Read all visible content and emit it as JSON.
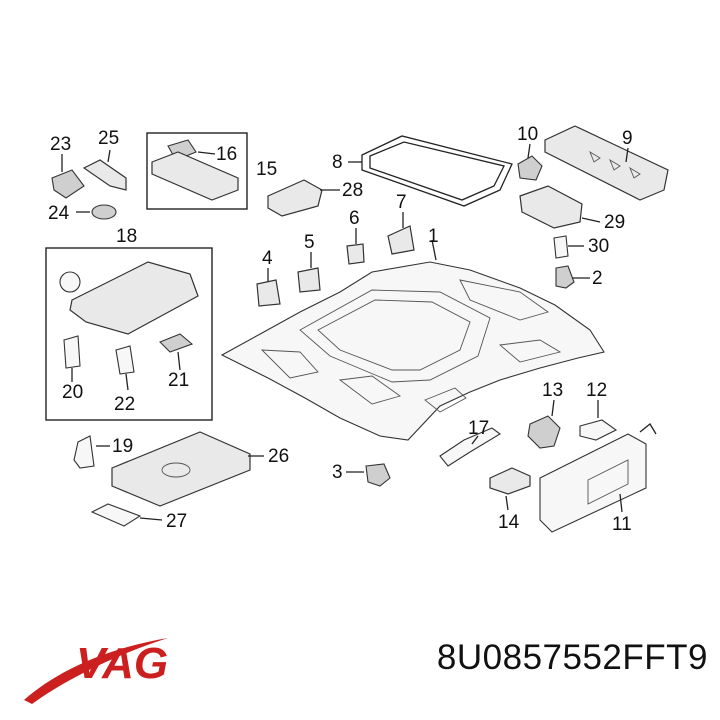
{
  "brand": {
    "name": "VAG",
    "color": "#cc1f1f"
  },
  "part_number": "8U0857552FFT9",
  "callouts": [
    "1",
    "2",
    "3",
    "4",
    "5",
    "6",
    "7",
    "8",
    "9",
    "10",
    "11",
    "12",
    "13",
    "14",
    "15",
    "16",
    "17",
    "18",
    "19",
    "20",
    "21",
    "22",
    "23",
    "24",
    "25",
    "26",
    "27",
    "28",
    "29",
    "30"
  ]
}
